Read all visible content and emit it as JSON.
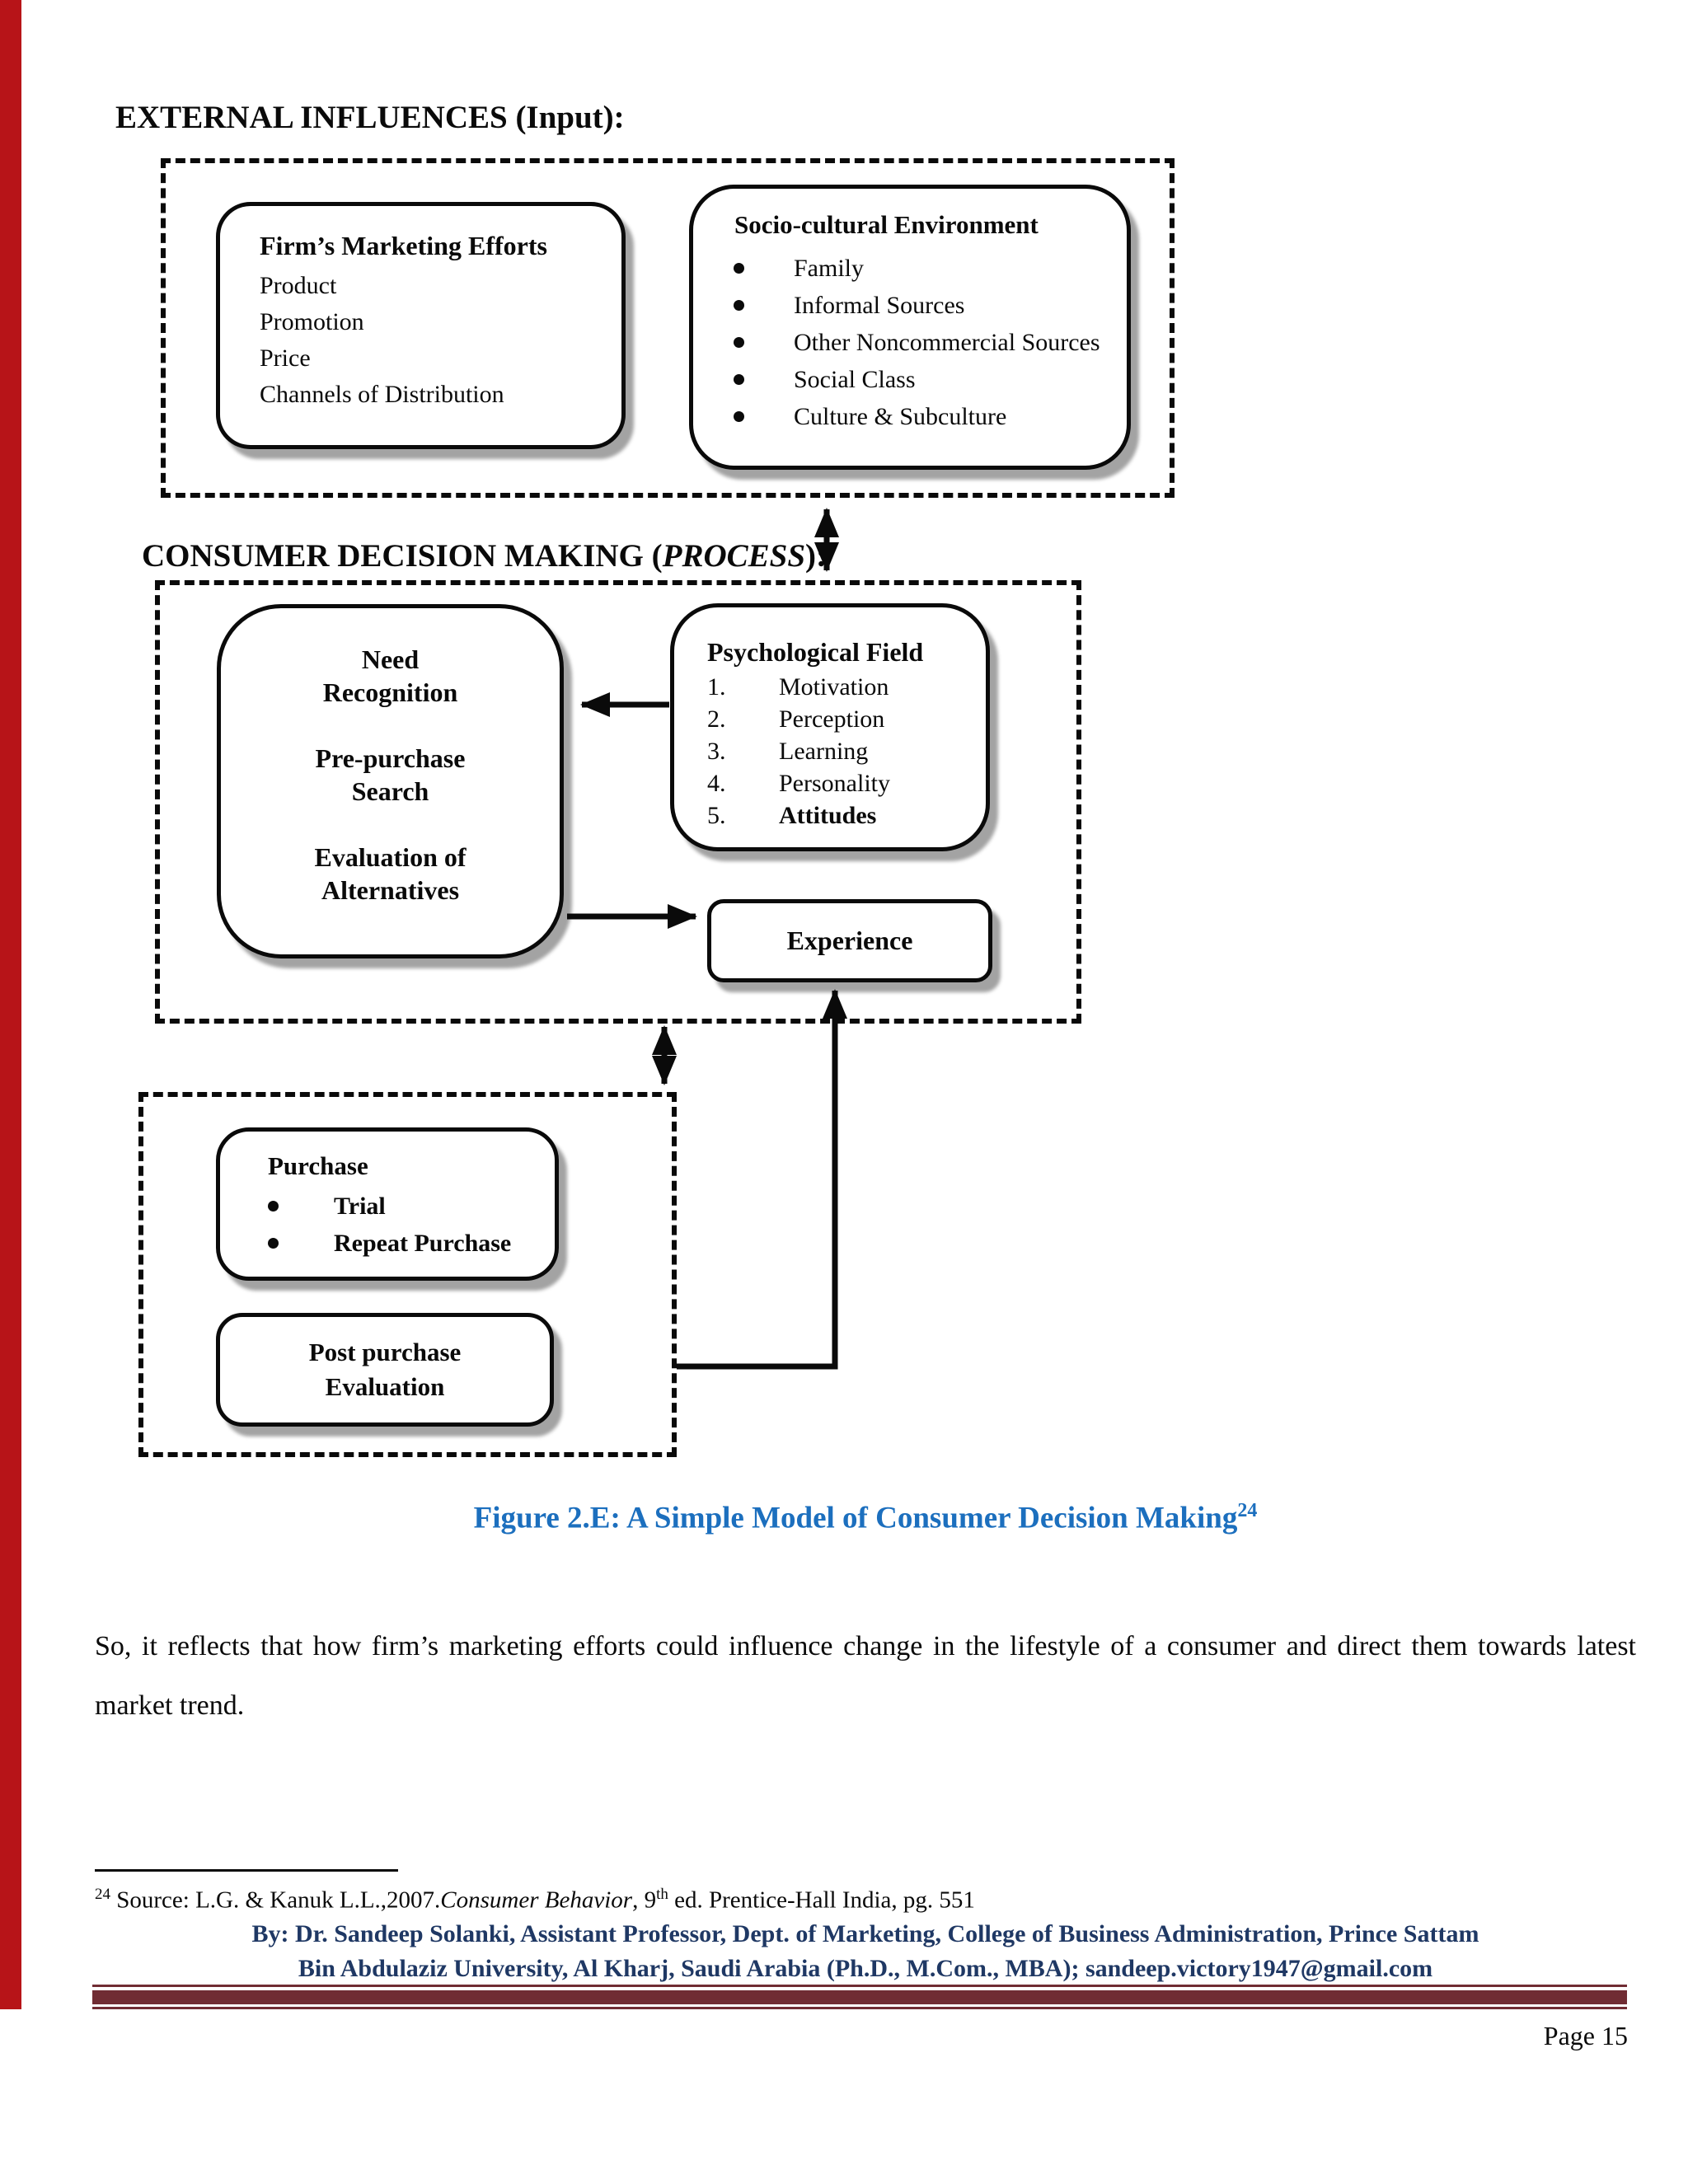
{
  "headings": {
    "external": "EXTERNAL INFLUENCES (Input):",
    "process_prefix": "CONSUMER DECISION MAKING (",
    "process_italic": "PROCESS",
    "process_suffix": "):"
  },
  "diagram": {
    "firm_box": {
      "title": "Firm’s Marketing Efforts",
      "items": [
        "Product",
        "Promotion",
        "Price",
        "Channels of Distribution"
      ]
    },
    "socio_box": {
      "title": "Socio-cultural Environment",
      "bullets": [
        "Family",
        "Informal Sources",
        "Other Noncommercial Sources",
        "Social Class",
        "Culture & Subculture"
      ]
    },
    "stages_box": {
      "stages": [
        "Need Recognition",
        "Pre-purchase Search",
        "Evaluation of Alternatives"
      ]
    },
    "psych_box": {
      "title": "Psychological Field",
      "items": [
        {
          "num": "1.",
          "label": "Motivation"
        },
        {
          "num": "2.",
          "label": "Perception"
        },
        {
          "num": "3.",
          "label": "Learning"
        },
        {
          "num": "4.",
          "label": "Personality"
        },
        {
          "num": "5.",
          "label": "Attitudes"
        }
      ]
    },
    "experience_box": {
      "label": "Experience"
    },
    "purchase_box": {
      "title": "Purchase",
      "bullets": [
        "Trial",
        "Repeat Purchase"
      ]
    },
    "post_purchase_box": {
      "label": "Post purchase Evaluation"
    }
  },
  "caption": {
    "text": "Figure 2.E: A Simple Model of Consumer Decision Making",
    "footnote_ref": "24"
  },
  "body": {
    "paragraph": "So, it reflects that how firm’s marketing efforts could influence change in the lifestyle of a consumer and direct them towards latest market trend."
  },
  "footnote": {
    "ref": "24",
    "text_start": " Source: L.G. & Kanuk L.L.,2007.",
    "italic": "Consumer Behavior",
    "after_italic": ", 9",
    "ordinal": "th",
    "text_end": " ed. Prentice-Hall India, pg. 551"
  },
  "footer": {
    "line1": "By: Dr. Sandeep Solanki, Assistant Professor, Dept. of Marketing, College of Business Administration, Prince Sattam",
    "line2": "Bin Abdulaziz University, Al Kharj, Saudi Arabia (Ph.D., M.Com., MBA); sandeep.victory1947@gmail.com",
    "page_number": "Page 15"
  },
  "colors": {
    "left_stripe_red": "#b71418",
    "footer_maroon": "#702c33",
    "caption_blue": "#1c6fbe",
    "footer_navy": "#1f3864",
    "ink": "#0a0a0a"
  }
}
